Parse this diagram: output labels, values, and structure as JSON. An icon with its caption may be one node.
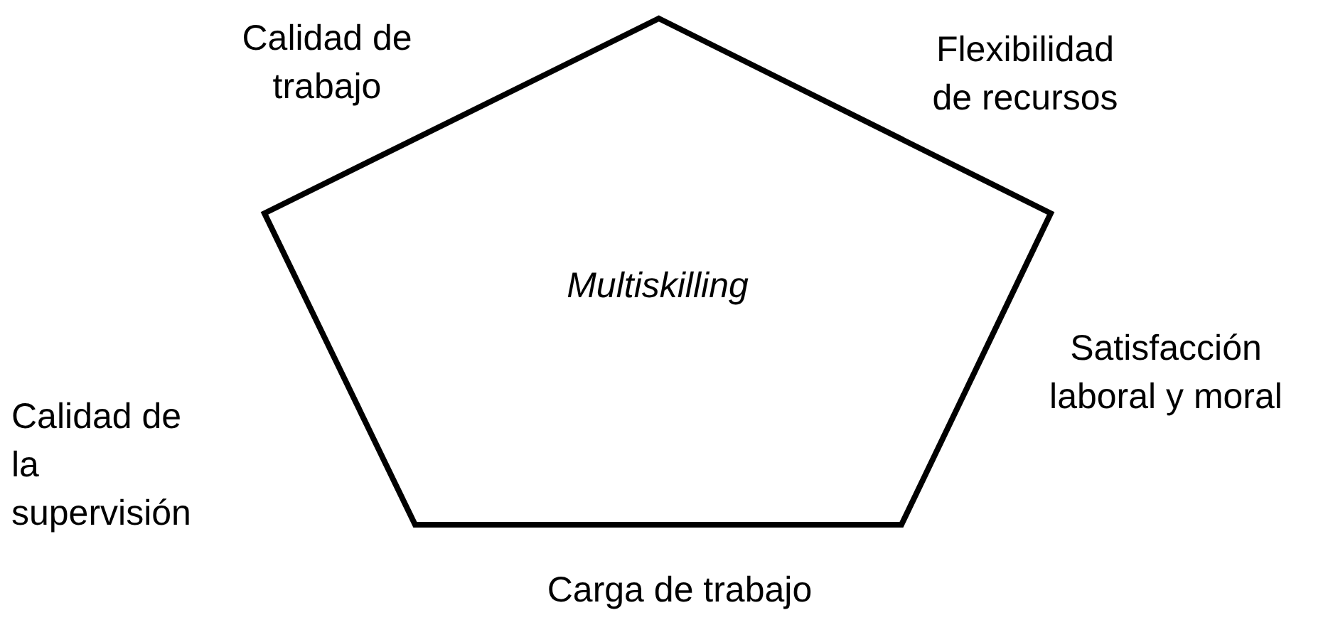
{
  "diagram": {
    "nodes": [
      {
        "text": [
          "Multiskilling"
        ]
      }
    ],
    "labels": [
      "Calidad de trabajo",
      "Flexibilidad de recursos",
      "Satisfacción laboral y moral",
      "Calidad de la supervisión",
      "Carga de trabajo"
    ]
  }
}
